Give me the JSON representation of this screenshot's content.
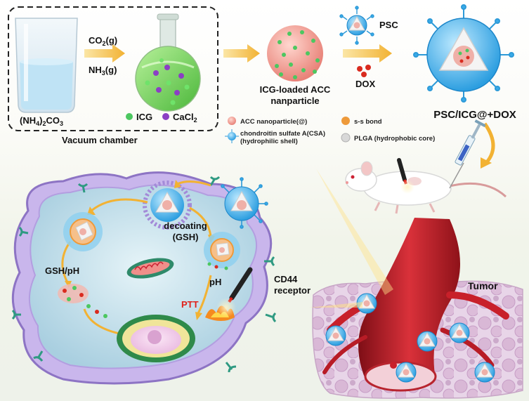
{
  "synthesis": {
    "salt_prefix": "(NH",
    "salt_sub1": "4",
    "salt_mid": ")",
    "salt_sub2": "2",
    "salt_suffix": "CO",
    "salt_sub3": "3",
    "gas1_prefix": "CO",
    "gas1_sub": "2",
    "gas1_suffix": "(g)",
    "gas2_prefix": "NH",
    "gas2_sub": "3",
    "gas2_suffix": "(g)",
    "icg_label": "ICG",
    "cacl_prefix": "CaCl",
    "cacl_sub": "2",
    "chamber_label": "Vacuum chamber",
    "acc_label_line1": "ICG-loaded ACC",
    "acc_label_line2": "nanparticle",
    "psc_label": "PSC",
    "dox_label": "DOX",
    "product_label": "PSC/ICG@+DOX"
  },
  "legend": {
    "acc": "ACC nanoparticle(@)",
    "ss": "s-s bond",
    "csa_line1": "chondroitin sulfate A(CSA)",
    "csa_line2": "(hydrophilic shell)",
    "plga": "PLGA (hydrophobic core)"
  },
  "cell": {
    "decoating_line1": "decoating",
    "decoating_line2": "(GSH)",
    "gsh_ph": "GSH/pH",
    "ph": "pH",
    "ptt": "PTT",
    "cd44_line1": "CD44",
    "cd44_line2": "receptor"
  },
  "tumor": {
    "label": "Tumor"
  },
  "colors": {
    "text": "#111111",
    "arrow": "#f2b233",
    "ptt_red": "#e0201a",
    "green_particle": "#4cc760",
    "purple_particle": "#8b3fc4",
    "shell_blue": "#36a9e6",
    "cell_purple": "#a58bd6",
    "vessel_red": "#c8202a"
  },
  "icons": {
    "beaker": "beaker-icon",
    "flask": "round-bottom-flask-icon",
    "syringe": "syringe-icon",
    "mouse": "mouse-icon",
    "laser": "laser-pen-icon"
  }
}
